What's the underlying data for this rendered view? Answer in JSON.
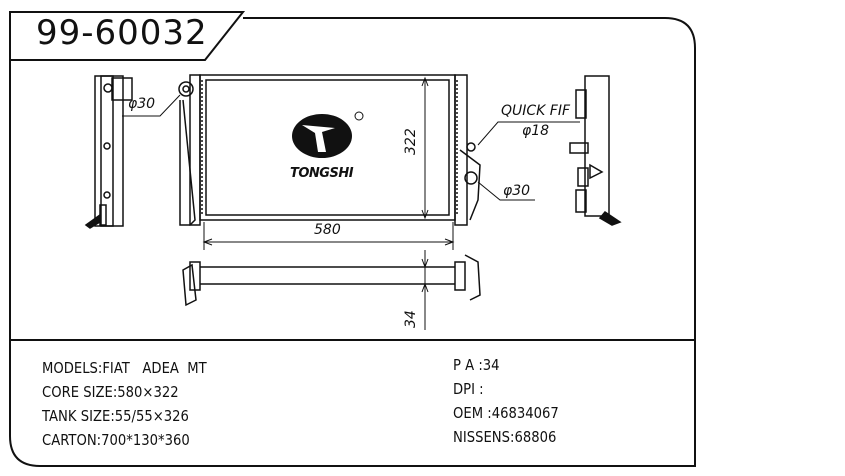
{
  "title": "99-60032",
  "drawing": {
    "inlet_left": "φ30",
    "quick_fit_label": "QUICK FIF",
    "quick_fit_dia": "φ18",
    "outlet_right": "φ30",
    "height_dim": "322",
    "width_dim": "580",
    "thickness_dim": "34",
    "logo_text": "TONGSHI"
  },
  "specs_left": [
    "MODELS:FIAT   ADEA  MT",
    "CORE SIZE:580×322",
    "TANK SIZE:55/55×326",
    "CARTON:700*130*360"
  ],
  "specs_right": [
    "P A :34",
    "DPI :",
    "OEM :46834067",
    "NISSENS:68806"
  ]
}
